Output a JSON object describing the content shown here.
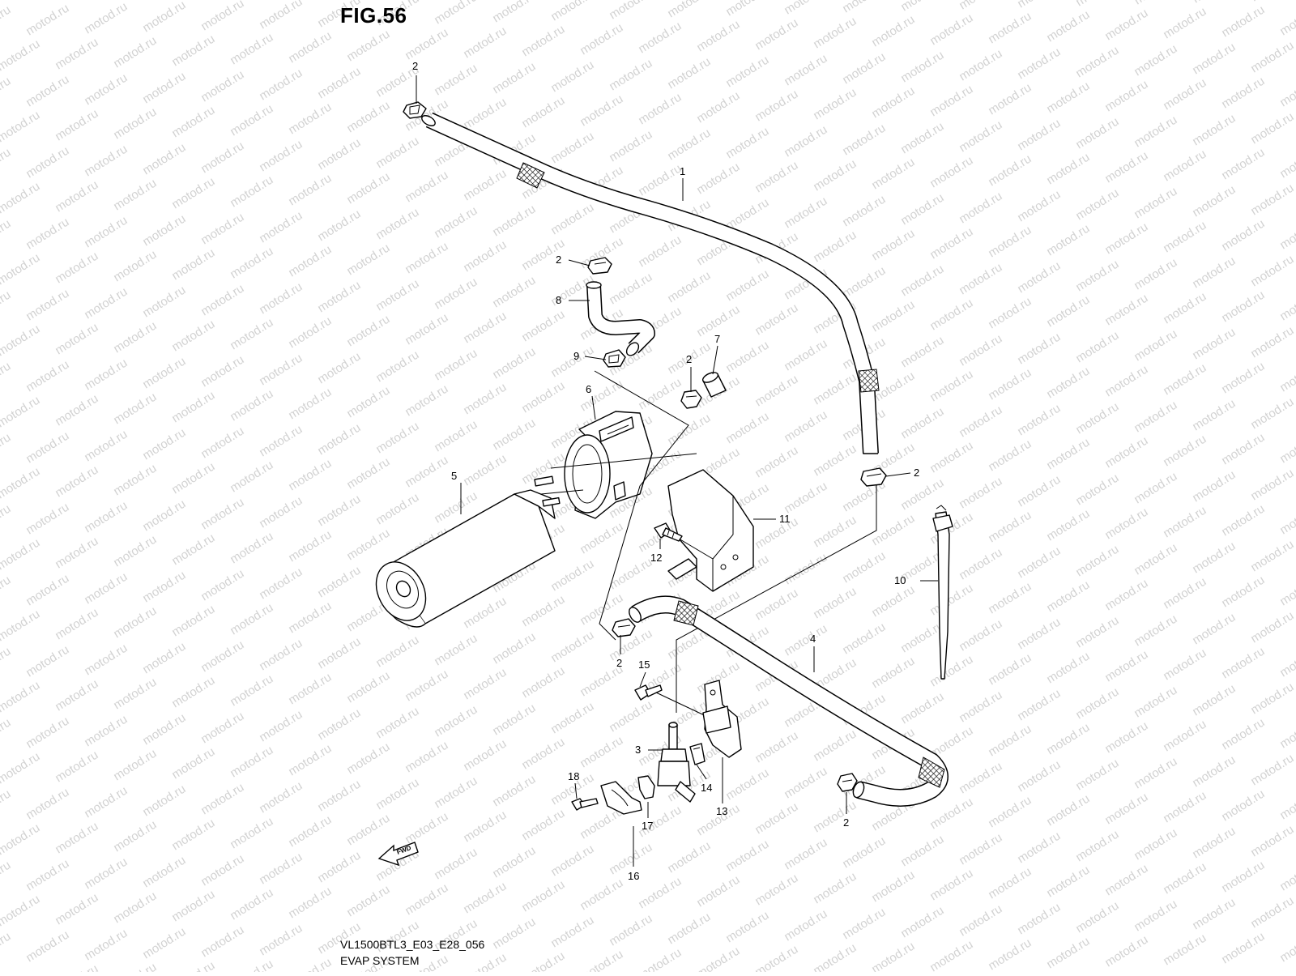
{
  "figure": {
    "title": "FIG.56",
    "code": "VL1500BTL3_E03_E28_056",
    "name": "EVAP SYSTEM",
    "watermark": "motod.ru",
    "fwd_label": "FWD"
  },
  "callouts": [
    {
      "id": "c2a",
      "label": "2"
    },
    {
      "id": "c1",
      "label": "1"
    },
    {
      "id": "c2b",
      "label": "2"
    },
    {
      "id": "c8",
      "label": "8"
    },
    {
      "id": "c9",
      "label": "9"
    },
    {
      "id": "c2c",
      "label": "2"
    },
    {
      "id": "c7",
      "label": "7"
    },
    {
      "id": "c6",
      "label": "6"
    },
    {
      "id": "c5",
      "label": "5"
    },
    {
      "id": "c11",
      "label": "11"
    },
    {
      "id": "c12",
      "label": "12"
    },
    {
      "id": "c2d",
      "label": "2"
    },
    {
      "id": "c10",
      "label": "10"
    },
    {
      "id": "c2e",
      "label": "2"
    },
    {
      "id": "c4",
      "label": "4"
    },
    {
      "id": "c15",
      "label": "15"
    },
    {
      "id": "c3",
      "label": "3"
    },
    {
      "id": "c14",
      "label": "14"
    },
    {
      "id": "c13",
      "label": "13"
    },
    {
      "id": "c18",
      "label": "18"
    },
    {
      "id": "c17",
      "label": "17"
    },
    {
      "id": "c16",
      "label": "16"
    },
    {
      "id": "c2f",
      "label": "2"
    }
  ],
  "colors": {
    "ink": "#000000",
    "watermark": "#d2d2d2",
    "paper": "#ffffff"
  }
}
